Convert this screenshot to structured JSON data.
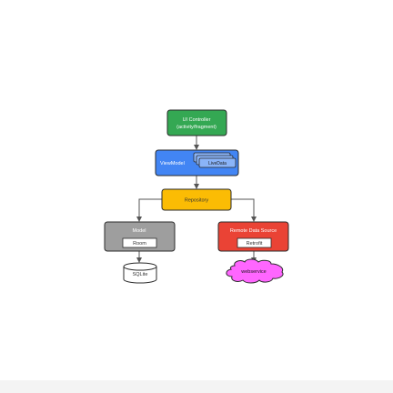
{
  "diagram": {
    "ui_controller": {
      "title": "UI Controller",
      "subtitle": "(activity/fragment)",
      "color": "#34a853"
    },
    "viewmodel": {
      "label": "ViewModel",
      "livedata_label": "LiveData",
      "color": "#4285f4",
      "livedata_color": "#8ab4f8"
    },
    "repository": {
      "label": "Repository",
      "color": "#fbbc04"
    },
    "model": {
      "title": "Model",
      "inner_label": "Room",
      "color": "#9e9e9e"
    },
    "remote": {
      "title": "Remote Data Source",
      "inner_label": "Retrofit",
      "color": "#ea4335"
    },
    "sqlite": {
      "label": "SQLite"
    },
    "webservice": {
      "label": "webservice",
      "color": "#ff66ff"
    }
  }
}
